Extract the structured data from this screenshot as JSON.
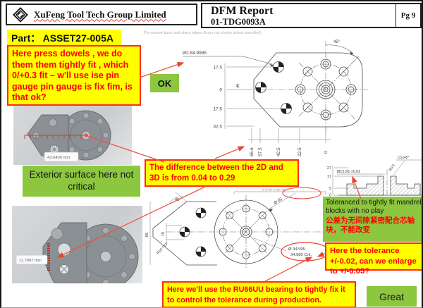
{
  "header": {
    "company": "XuFeng Tool Tech Group Limited",
    "title": "DFM Report",
    "doc_number": "01-TDG0093A",
    "page": "Pg 9",
    "logo_icon": "diamond-knot-logo"
  },
  "part_label": "Part：  ASSET27-005A",
  "drawing_note": "Pls remove burrs and sharp edges (burrs not shown unless specified)",
  "annotations": {
    "press_dowels": "Here press dowels , we do them them tightly fit , which  0/+0.3 fit – w'll use ise pin gauge pin gauge is fix fim, is that ok?",
    "ok": "OK",
    "exterior": "Exterior surface here not critical",
    "difference": "The difference between the 2D and 3D is from 0.04 to 0.29",
    "toleranced_en": "Toleranced to tightly fit mandrel blocks with no play",
    "toleranced_cn": "公差为无间隙紧密配合芯轴块，不能改变",
    "tolerance_q": "Here the tolerance +/-0.02, can we enlarge to +/-0.05?",
    "bearing": "Here we'll use the RU66UU bearing to tightly fix it to control the tolerance during production.",
    "great": "Great"
  },
  "top_drawing": {
    "hole_label": "Ø2.84.9995",
    "angle_label": "45°",
    "centerline_symbol": "℄",
    "left_dims": [
      "17.5",
      "0",
      "17.5",
      "32.5"
    ],
    "bottom_dims": [
      "65.6",
      "57.5",
      "42.5",
      "22.5",
      "0"
    ]
  },
  "bottom_drawing": {
    "angle_label": "45°",
    "height_dim": "65",
    "step_dim": "15",
    "radius_label": "R10 TYP",
    "diameter_label": "Ø 65",
    "crit_dim_top": "Ø 34.995",
    "crit_dim_bottom": "34.980 Crit.",
    "top_dim_note": "Ø 34.995  34.980 CRIT"
  },
  "section_view": {
    "dims": [
      "27",
      "17",
      "5",
      "0"
    ],
    "bore_label": "Ø15.95 ±0.02",
    "chamfer_label": "C1x45°",
    "radius_label": "R0.5"
  },
  "renders": {
    "measurement_top": "43.6400 mm",
    "measurement_bottom": "11.7897 mm"
  },
  "colors": {
    "highlight_yellow": "#ffff00",
    "annotation_red": "#ff0000",
    "box_border_red": "#ff2d16",
    "accent_green": "#8dc63f",
    "leader_red": "#e8432f",
    "drawing_line": "#4d4d4d"
  }
}
